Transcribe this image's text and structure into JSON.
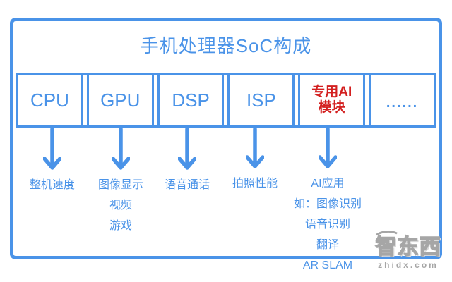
{
  "colors": {
    "accent_blue": "#4a93e8",
    "alert_red": "#d32020",
    "watermark_gray": "#a6a6a6"
  },
  "diagram": {
    "title": "手机处理器SoC构成",
    "modules": [
      {
        "id": "cpu",
        "lines": [
          "CPU"
        ]
      },
      {
        "id": "gpu",
        "lines": [
          "GPU"
        ]
      },
      {
        "id": "dsp",
        "lines": [
          "DSP"
        ]
      },
      {
        "id": "isp",
        "lines": [
          "ISP"
        ]
      },
      {
        "id": "ai",
        "lines": [
          "专用AI",
          "模块"
        ],
        "emphasized": true
      },
      {
        "id": "others",
        "lines": [
          "......"
        ]
      }
    ],
    "mappings": [
      {
        "module": "CPU",
        "caption_lines": [
          "整机速度"
        ]
      },
      {
        "module": "GPU",
        "caption_lines": [
          "图像显示",
          "视频",
          "游戏"
        ]
      },
      {
        "module": "DSP",
        "caption_lines": [
          "语音通话"
        ]
      },
      {
        "module": "ISP",
        "caption_lines": [
          "拍照性能"
        ]
      },
      {
        "module": "专用AI模块",
        "caption_lines": [
          "AI应用",
          "如：图像识别",
          "语音识别",
          "翻译",
          "AR SLAM"
        ]
      }
    ]
  },
  "watermark": {
    "brand": "智东西",
    "domain": "zhidx.com"
  }
}
